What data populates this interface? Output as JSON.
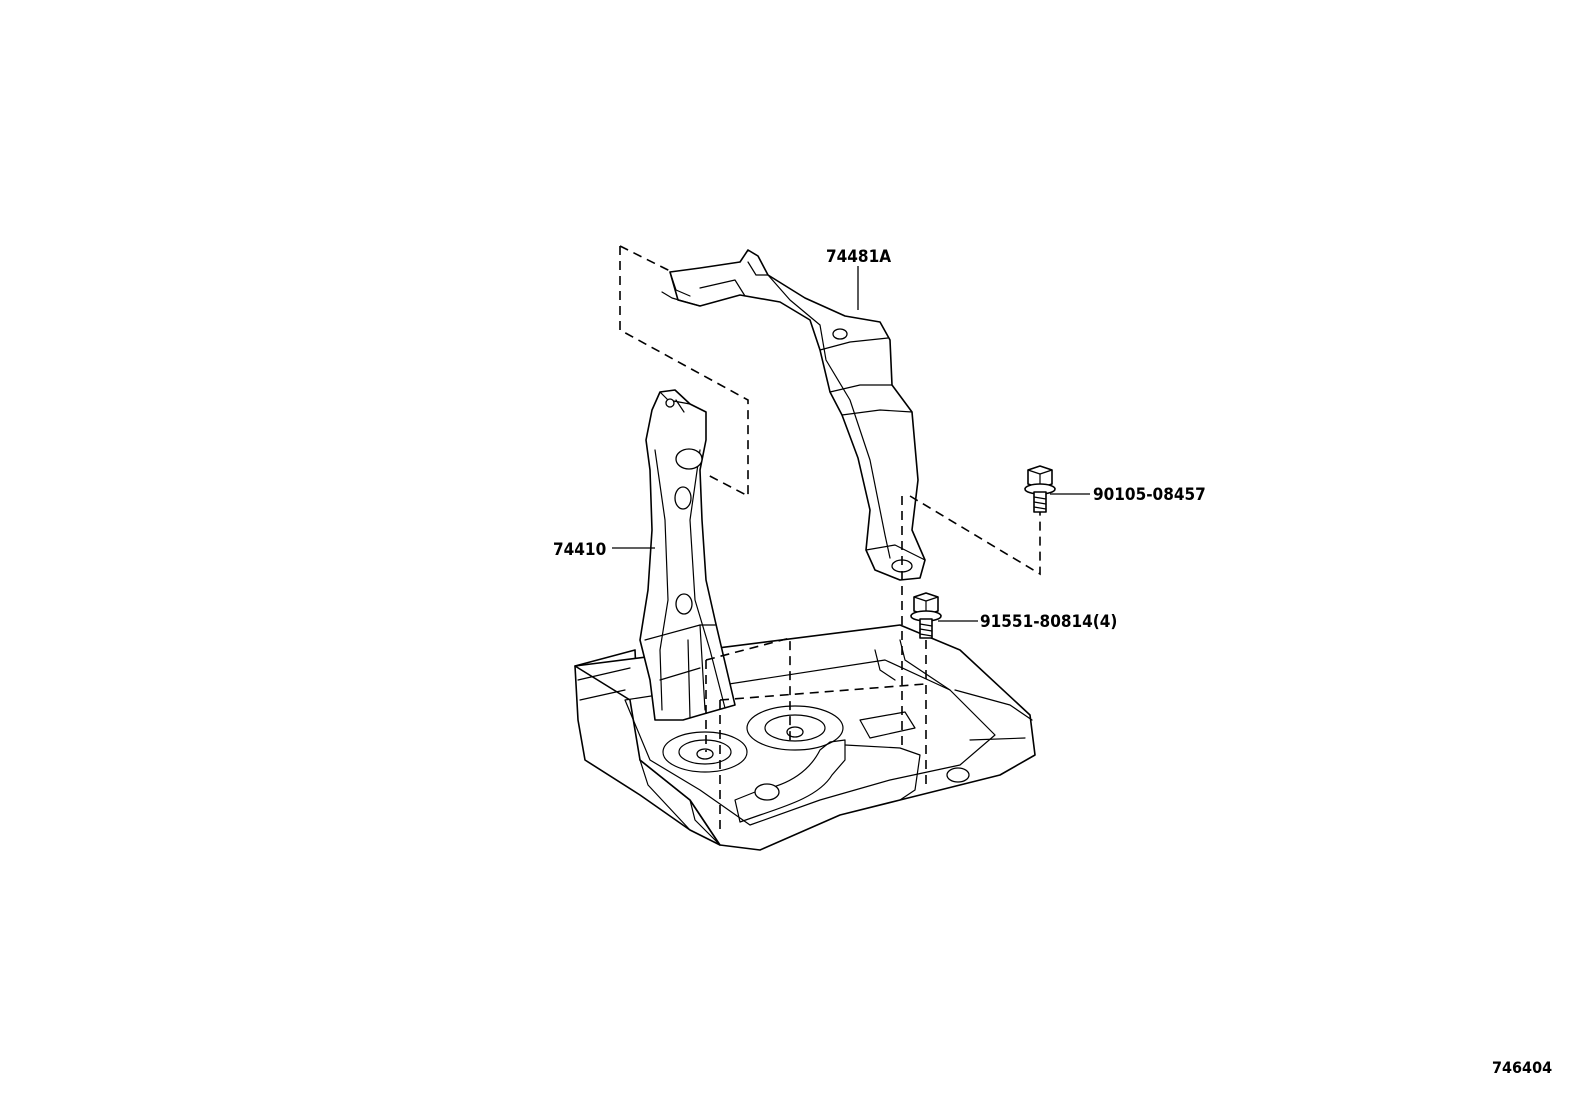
{
  "callouts": {
    "clamp": "74481A",
    "tray": "74410",
    "bolt_upper": "90105-08457",
    "bolt_lower": "91551-80814(4)"
  },
  "illustration_code": "746404",
  "icons": {
    "clamp": "battery-clamp-bracket-icon",
    "tray": "battery-tray-icon",
    "bolt_upper": "flange-bolt-icon",
    "bolt_lower": "flange-bolt-icon"
  }
}
